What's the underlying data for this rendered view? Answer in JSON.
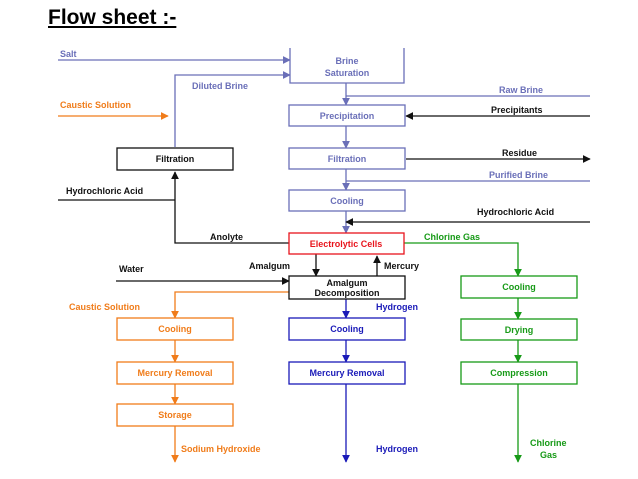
{
  "title": "Flow sheet :-",
  "colors": {
    "purple": "#6a6fb8",
    "black": "#111111",
    "red": "#e8141c",
    "green": "#179a17",
    "orange": "#f07c1a",
    "blue": "#1a1ab8"
  },
  "boxes": {
    "brine_saturation_1": "Brine",
    "brine_saturation_2": "Saturation",
    "precipitation": "Precipitation",
    "filtration_main": "Filtration",
    "filtration_left": "Filtration",
    "cooling_main": "Cooling",
    "electrolytic_cells": "Electrolytic Cells",
    "amalgum_decomposition_1": "Amalgum",
    "amalgum_decomposition_2": "Decomposition",
    "cooling_orange": "Cooling",
    "mercury_removal_orange": "Mercury Removal",
    "storage": "Storage",
    "cooling_blue": "Cooling",
    "mercury_removal_blue": "Mercury Removal",
    "cooling_green": "Cooling",
    "drying": "Drying",
    "compression": "Compression"
  },
  "labels": {
    "salt": "Salt",
    "diluted_brine": "Diluted Brine",
    "raw_brine": "Raw Brine",
    "caustic_solution_top": "Caustic Solution",
    "precipitants": "Precipitants",
    "residue": "Residue",
    "purified_brine": "Purified Brine",
    "hydrochloric_acid_left": "Hydrochloric Acid",
    "hydrochloric_acid_right": "Hydrochloric Acid",
    "anolyte": "Anolyte",
    "chlorine_gas": "Chlorine Gas",
    "water": "Water",
    "amalgum": "Amalgum",
    "mercury": "Mercury",
    "caustic_solution_bottom": "Caustic Solution",
    "hydrogen_top": "Hydrogen",
    "sodium_hydroxide": "Sodium Hydroxide",
    "hydrogen_bottom": "Hydrogen",
    "chlorine_gas_out_1": "Chlorine",
    "chlorine_gas_out_2": "Gas"
  }
}
